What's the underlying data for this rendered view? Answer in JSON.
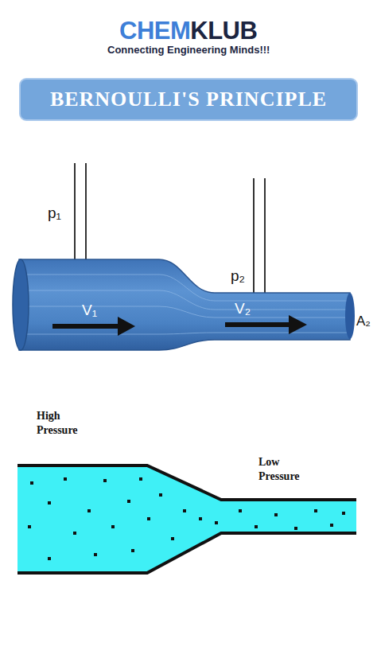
{
  "diagram": {
    "title": "BERNOULLI'S PRINCIPLE",
    "labels": [
      "CHEM",
      "KLUB",
      "Connecting Engineering Minds!!!",
      "p₁",
      "V₁",
      "p₂",
      "V₂",
      "A₂",
      "High Pressure",
      "Low Pressure"
    ]
  }
}
